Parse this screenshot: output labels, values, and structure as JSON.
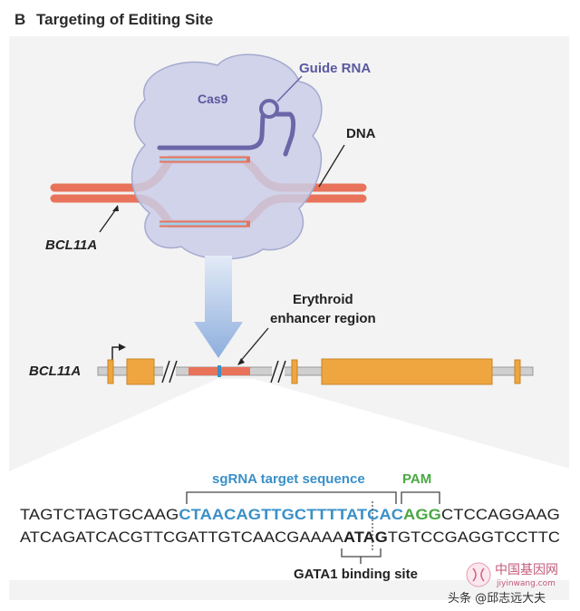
{
  "panel": {
    "letter": "B",
    "title": "Targeting of Editing Site"
  },
  "labels": {
    "guide_rna": "Guide RNA",
    "cas9": "Cas9",
    "dna": "DNA",
    "gene_top": "BCL11A",
    "erythroid_line1": "Erythroid",
    "erythroid_line2": "enhancer region",
    "gene_map": "BCL11A",
    "sgrna": "sgRNA target sequence",
    "pam": "PAM",
    "gata1": "GATA1 binding site"
  },
  "sequence": {
    "top_prefix": "TAGTCTAGTGCAAG",
    "top_target": "CTAACAGTTGCTTTTATCAC",
    "top_pam": "AGG",
    "top_suffix": "CTCCAGGAAG",
    "bottom_prefix": "ATCAGATCACGTTCGATTGTCAACGAAAA",
    "bottom_bold": "ATAG",
    "bottom_suffix": "TGTCCGAGGTCCTTC"
  },
  "watermark": {
    "site_cn": "中国基因网",
    "site_url": "jiyinwang.com",
    "author": "头条 @邱志远大夫"
  },
  "colors": {
    "dna_red": "#e8735a",
    "sgrna_blue": "#3a90c8",
    "pam_green": "#4aa844",
    "cas9_fill": "#c9cde6",
    "guide_purple": "#6b66a8",
    "exon_orange": "#f0a640",
    "arrow_blue": "#9cb8e2"
  }
}
